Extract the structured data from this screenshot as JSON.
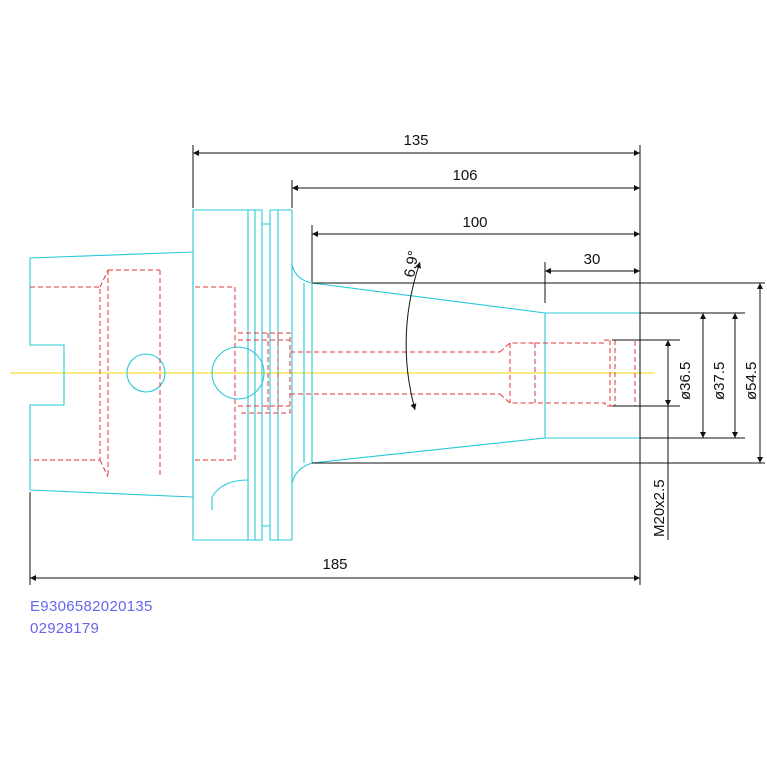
{
  "drawing": {
    "colors": {
      "outline": "#28c8d8",
      "hidden": "#e23a3a",
      "centerline": "#f0d800",
      "dimension": "#111111",
      "code_text": "#6666ee"
    },
    "dimensions": {
      "overall_length": "185",
      "length_135": "135",
      "length_106": "106",
      "length_100": "100",
      "length_30": "30",
      "taper_angle": "6.9°",
      "dia_36_5": "ø36.5",
      "dia_37_5": "ø37.5",
      "dia_54_5": "ø54.5",
      "thread": "M20x2.5"
    },
    "codes": {
      "line1": "E9306582020135",
      "line2": "02928179"
    }
  }
}
